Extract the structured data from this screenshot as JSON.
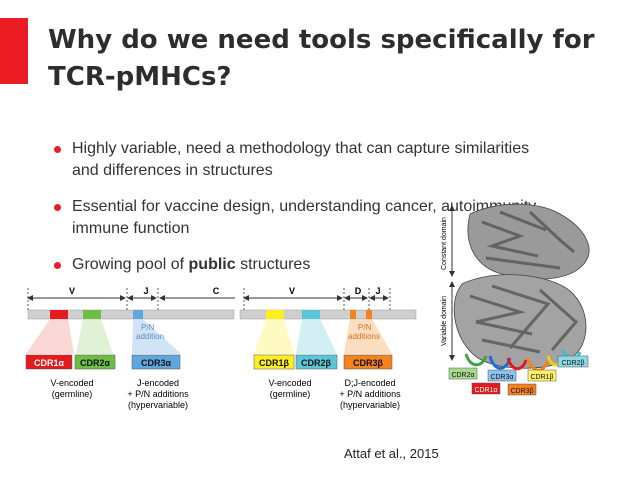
{
  "slide": {
    "title_line1": "Why do we need tools specifically for",
    "title_line2": "TCR-pMHCs?",
    "bullets": [
      {
        "line1": "Highly variable, need a methodology that can capture similarities",
        "line2": "and differences in structures"
      },
      {
        "line1": "Essential for vaccine design, understanding cancer, autoimmunity,",
        "line2": "immune function"
      },
      {
        "pre": "Growing pool of ",
        "bold": "public",
        "post": " structures"
      }
    ],
    "citation": "Attaf et al., 2015",
    "accent_color": "#ec1c24"
  },
  "figure": {
    "alpha_chain": {
      "region_v": "V",
      "region_j": "J",
      "region_c": "C",
      "pn_label_1": "P/N",
      "pn_label_2": "addition",
      "cdr1": "CDR1α",
      "cdr2": "CDR2α",
      "cdr3": "CDR3α",
      "v_caption_1": "V-encoded",
      "v_caption_2": "(germline)",
      "j_caption_1": "J-encoded",
      "j_caption_2": "+ P/N additions",
      "j_caption_3": "(hypervariable)"
    },
    "beta_chain": {
      "region_v": "V",
      "region_d": "D",
      "region_j": "J",
      "pn_label_1": "P/N",
      "pn_label_2": "additions",
      "cdr1": "CDR1β",
      "cdr2": "CDR2β",
      "cdr3": "CDR3β",
      "v_caption_1": "V-encoded",
      "v_caption_2": "(germline)",
      "dj_caption_1": "D;J-encoded",
      "dj_caption_2": "+ P/N additions",
      "dj_caption_3": "(hypervariable)"
    },
    "structure": {
      "constant_label": "Constant domain",
      "variable_label": "Variable domain",
      "labels": [
        "CDR2α",
        "CDR3α",
        "CDR1β",
        "CDR2β",
        "CDR1α",
        "CDR3β"
      ]
    }
  }
}
